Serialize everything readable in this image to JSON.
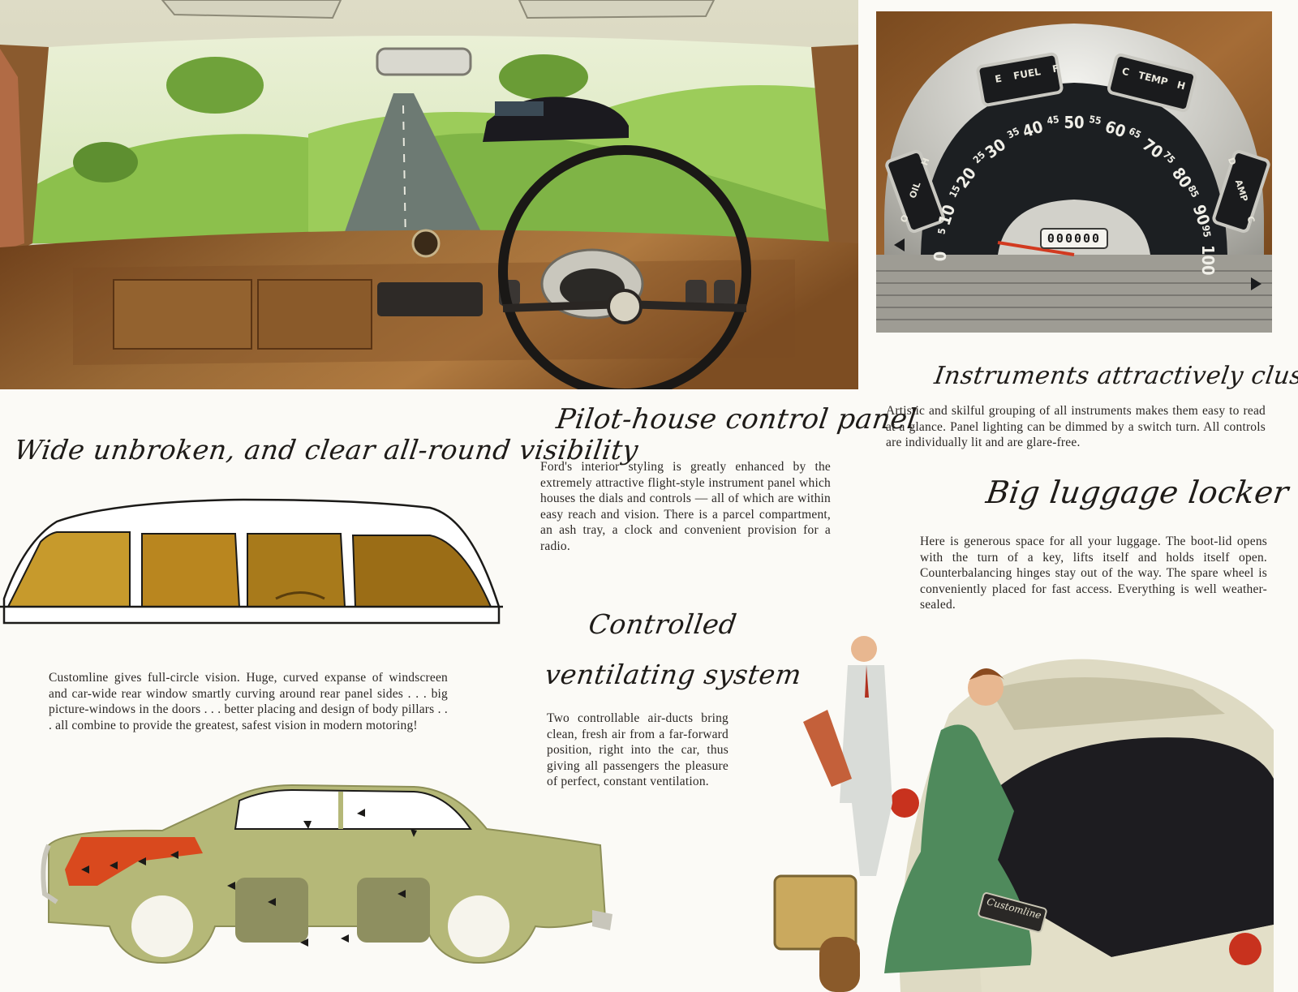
{
  "headings": {
    "visibility": "Wide unbroken, and clear all-round visibility",
    "pilot_house": "Pilot-house control panel",
    "ventilating": [
      "Controlled",
      "ventilating system"
    ],
    "instruments": "Instruments attractively clustered",
    "luggage": "Big luggage locker"
  },
  "paragraphs": {
    "visibility": "Customline gives full-circle vision. Huge, curved expanse of windscreen and car-wide rear window smartly curving around rear panel sides . . . big picture-windows in the doors . . . better placing and design of body pillars . . . all combine to provide the greatest, safest vision in modern motoring!",
    "pilot_house": "Ford's interior styling is greatly enhanced by the extremely attractive flight-style instrument panel which houses the dials and controls — all of which are within easy reach and vision. There is a parcel compartment, an ash tray, a clock and convenient provision for a radio.",
    "ventilating": "Two controllable air-ducts bring clean, fresh air from a far-forward position, right into the car, thus giving all passengers the pleasure of perfect, constant ventilation.",
    "instruments": "Artistic and skilful grouping of all instruments makes them easy to read at a glance. Panel lighting can be dimmed by a switch turn. All controls are individually lit and are glare-free.",
    "luggage": "Here is generous space for all your luggage. The boot-lid opens with the turn of a key, lifts itself and holds itself open. Counterbalancing hinges stay out of the way. The spare wheel is conveniently placed for fast access. Everything is well weather-sealed."
  },
  "gauges": {
    "fuel": [
      "E",
      "FUEL",
      "F"
    ],
    "temp": [
      "C",
      "TEMP",
      "H"
    ],
    "oil": [
      "O",
      "OIL",
      "H"
    ],
    "amp": [
      "D",
      "AMP",
      "C"
    ],
    "speed_labels": [
      "0",
      "5",
      "10",
      "15",
      "20",
      "25",
      "30",
      "35",
      "40",
      "45",
      "50",
      "55",
      "60",
      "65",
      "70",
      "75",
      "80",
      "85",
      "90",
      "95",
      "100"
    ],
    "odometer": "000000",
    "needle_value": 0
  },
  "badge_text": "Customline",
  "colors": {
    "paper": "#fbfaf6",
    "dash_wood": "#8a5a2e",
    "grass": "#9ccc5a",
    "car_body": "#b5b878",
    "duct_red": "#d9491e",
    "window_amber": "#c79a2c"
  }
}
